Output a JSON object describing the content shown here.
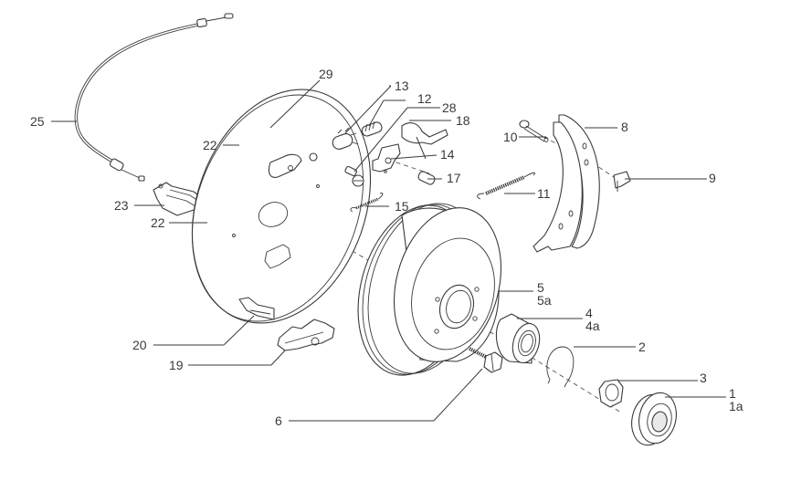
{
  "diagram": {
    "type": "exploded-parts-diagram",
    "subject": "brake drum assembly",
    "callouts": [
      {
        "id": "25",
        "label": "25",
        "part": "handbrake-cable"
      },
      {
        "id": "29",
        "label": "29",
        "part": "washer"
      },
      {
        "id": "13",
        "label": "13",
        "part": "adjuster-wheel"
      },
      {
        "id": "12",
        "label": "12",
        "part": "adjuster-bolt"
      },
      {
        "id": "28",
        "label": "28",
        "part": "screw"
      },
      {
        "id": "18",
        "label": "18",
        "part": "lever"
      },
      {
        "id": "14",
        "label": "14",
        "part": "bracket"
      },
      {
        "id": "17",
        "label": "17",
        "part": "pin"
      },
      {
        "id": "22a",
        "label": "22",
        "part": "nut-upper"
      },
      {
        "id": "22b",
        "label": "22",
        "part": "nut-lower"
      },
      {
        "id": "23",
        "label": "23",
        "part": "cable-guide"
      },
      {
        "id": "15",
        "label": "15",
        "part": "spring-small"
      },
      {
        "id": "10",
        "label": "10",
        "part": "bolt"
      },
      {
        "id": "8",
        "label": "8",
        "part": "brake-shoe"
      },
      {
        "id": "9",
        "label": "9",
        "part": "clip"
      },
      {
        "id": "11",
        "label": "11",
        "part": "spring-large"
      },
      {
        "id": "5",
        "label": "5",
        "sublabel": "5a",
        "part": "brake-drum"
      },
      {
        "id": "4",
        "label": "4",
        "sublabel": "4a",
        "part": "bearing"
      },
      {
        "id": "2",
        "label": "2",
        "part": "circlip"
      },
      {
        "id": "3",
        "label": "3",
        "part": "hub-nut"
      },
      {
        "id": "1",
        "label": "1",
        "sublabel": "1a",
        "part": "hub-cap"
      },
      {
        "id": "6",
        "label": "6",
        "part": "wheel-bolt"
      },
      {
        "id": "20",
        "label": "20",
        "part": "shoe-guide"
      },
      {
        "id": "19",
        "label": "19",
        "part": "adjuster-mechanism"
      }
    ]
  }
}
